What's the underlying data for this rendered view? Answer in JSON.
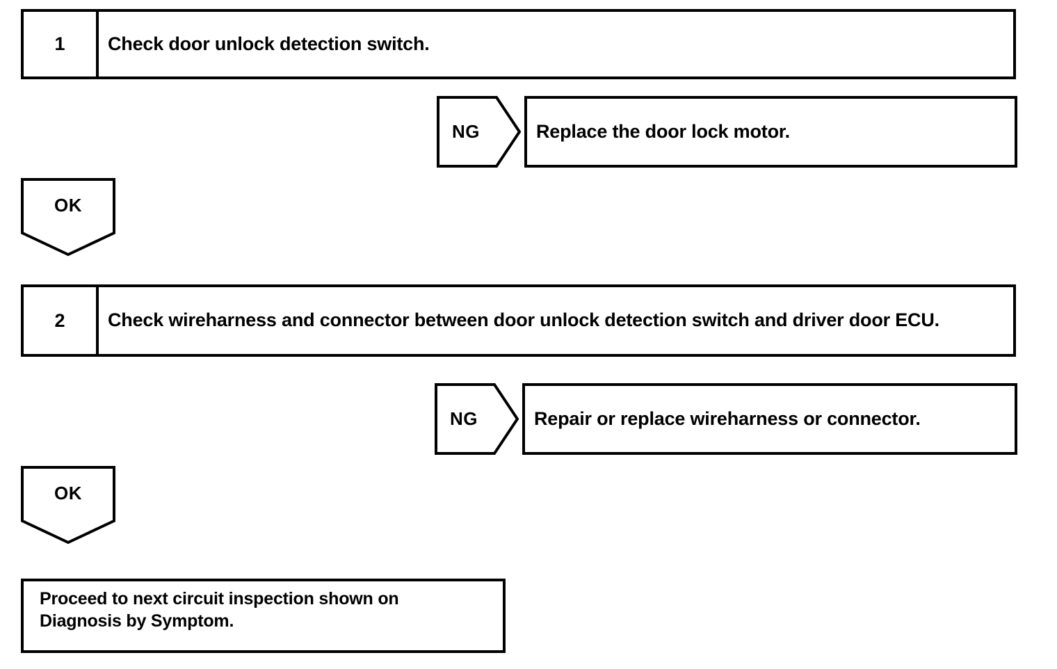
{
  "diagram": {
    "type": "troubleshooting-flowchart",
    "colors": {
      "ink": "#000000",
      "background": "#ffffff"
    },
    "steps": [
      {
        "number": "1",
        "instruction": "Check door unlock detection switch.",
        "ng_label": "NG",
        "ng_action": "Replace the door lock motor.",
        "ok_label": "OK"
      },
      {
        "number": "2",
        "instruction": "Check wireharness and connector between door unlock detection switch and driver door ECU.",
        "ng_label": "NG",
        "ng_action": "Repair or replace wireharness or connector.",
        "ok_label": "OK"
      }
    ],
    "terminal": {
      "text": "Proceed to next circuit inspection shown on\nDiagnosis by Symptom."
    }
  }
}
